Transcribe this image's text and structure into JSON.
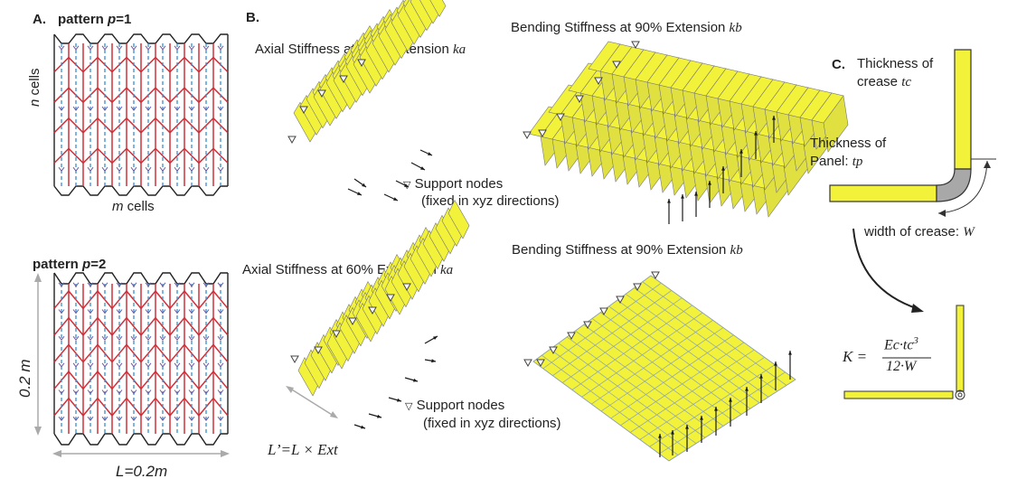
{
  "panel_a": {
    "letter": "A.",
    "pattern1_prefix": "pattern ",
    "pattern1_var": "p",
    "pattern1_suffix": "=1",
    "n_var": "n",
    "n_cells": " cells",
    "m_var": "m",
    "m_cells": " cells",
    "pattern2_prefix": "pattern ",
    "pattern2_var": "p",
    "pattern2_suffix": "=2",
    "dim_height": "0.2 m",
    "dim_length": "L=0.2m"
  },
  "panel_b": {
    "letter": "B.",
    "axial_label_1": "Axial Stiffness at 60% Extension ",
    "axial_sub_1": "ka",
    "bending_label_1": "Bending Stiffness at 90% Extension ",
    "bending_sub_1": "kb",
    "support_nodes_1": "Support nodes",
    "support_fixed_1": "(fixed in xyz directions)",
    "axial_label_2": "Axial Stiffness at 60% Extension ",
    "axial_sub_2": "ka",
    "bending_label_2": "Bending Stiffness at 90% Extension ",
    "bending_sub_2": "kb",
    "support_nodes_2": "Support nodes",
    "support_fixed_2": "(fixed in xyz directions)",
    "extension_formula": "L’=L × Ext"
  },
  "panel_c": {
    "letter": "C.",
    "crease_thickness_1": "Thickness of",
    "crease_thickness_2": "crease ",
    "crease_thickness_var": "tc",
    "panel_thickness_1": "Thickness of",
    "panel_thickness_2": "Panel: ",
    "panel_thickness_var": "tp",
    "crease_width": "width of crease: ",
    "crease_width_var": "W",
    "formula_lhs": "K =",
    "formula_num": "Ec·tc",
    "formula_exp": "3",
    "formula_den": "12·W"
  },
  "colors": {
    "mountain": "#d0303a",
    "valley": "#3a8fd0",
    "panel_fill": "#f2f23a",
    "crease_gray": "#a8a8a8",
    "arrow": "#1a1a1a"
  }
}
